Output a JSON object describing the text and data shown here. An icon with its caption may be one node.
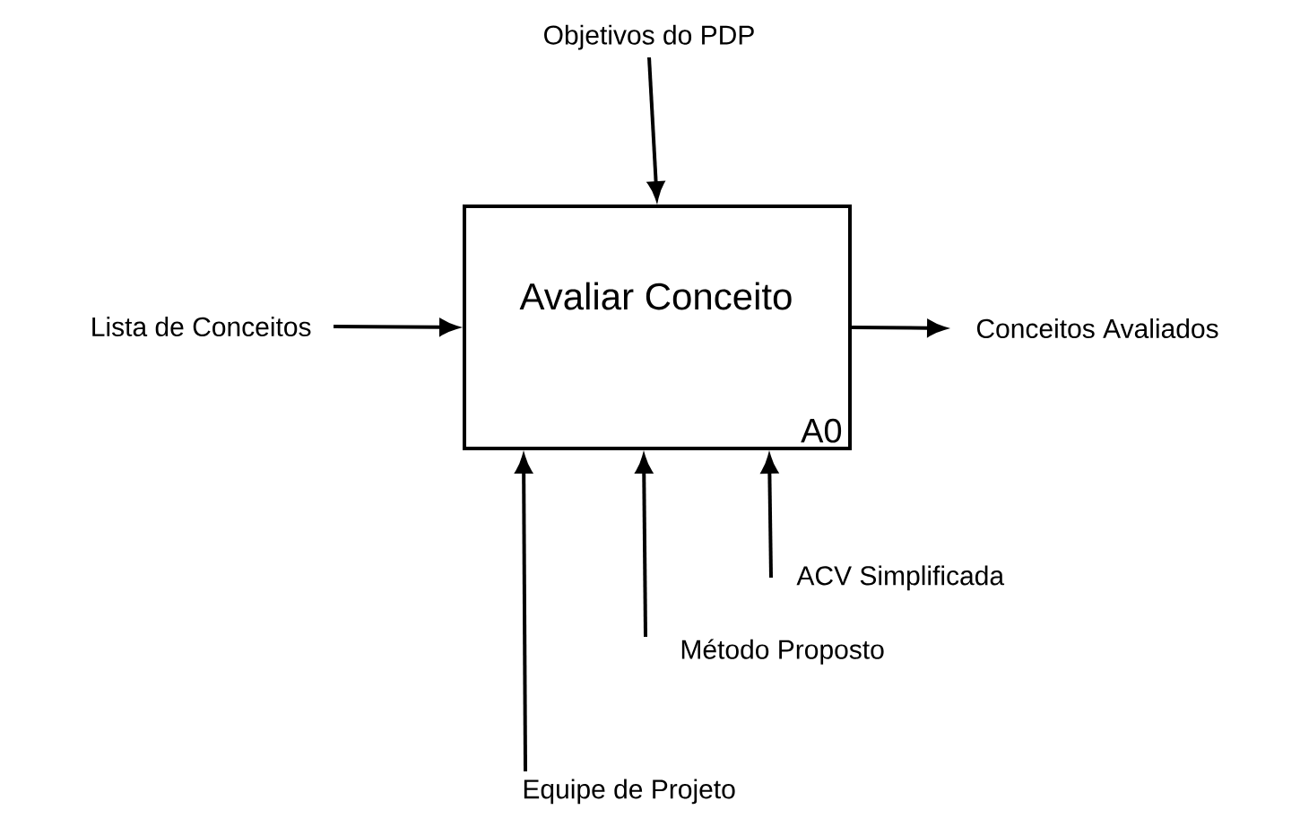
{
  "diagram": {
    "nodes": [
      {
        "text": [
          "Avaliar Conceito",
          "A0"
        ]
      },
      {
        "text": [
          "Objetivos do PDP"
        ]
      },
      {
        "text": [
          "Lista de Conceitos"
        ]
      },
      {
        "text": [
          "Conceitos Avaliados"
        ]
      },
      {
        "text": [
          "Equipe de Projeto"
        ]
      },
      {
        "text": [
          "Método Proposto"
        ]
      },
      {
        "text": [
          "ACV Simplificada"
        ]
      }
    ],
    "edges": [
      {
        "from": 1,
        "to": 0,
        "arrow": "to"
      },
      {
        "from": 2,
        "to": 0,
        "arrow": "to"
      },
      {
        "from": 0,
        "to": 3,
        "arrow": "to"
      },
      {
        "from": 4,
        "to": 0,
        "arrow": "to"
      },
      {
        "from": 5,
        "to": 0,
        "arrow": "to"
      },
      {
        "from": 6,
        "to": 0,
        "arrow": "to"
      }
    ]
  }
}
